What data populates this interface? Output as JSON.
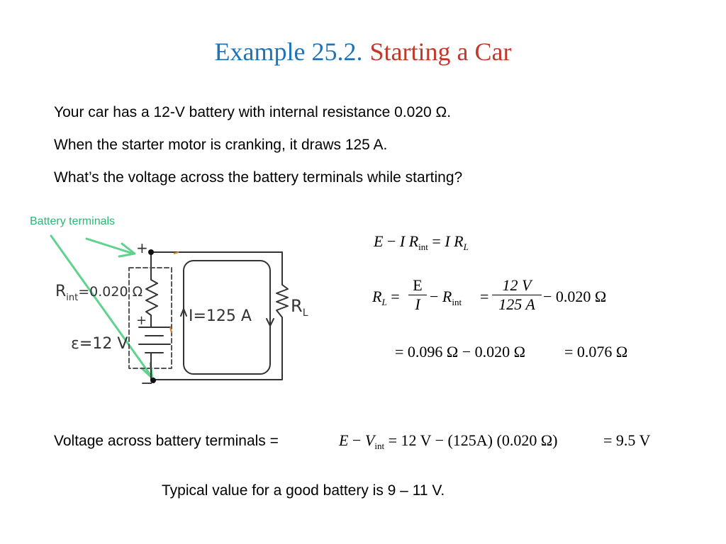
{
  "title": {
    "part1": "Example 25.2.",
    "part2": "Starting a Car"
  },
  "problem": {
    "line1": "Your car has a 12-V battery with internal resistance 0.020 Ω.",
    "line2": "When the starter motor is cranking, it draws 125 A.",
    "line3": "What’s the voltage across the battery terminals while starting?"
  },
  "diagram": {
    "annotation": "Battery terminals",
    "r_int_label": "R",
    "r_int_sub": "int",
    "r_int_value": "=0.020 Ω",
    "emf_label": "ε=12 V",
    "current_label": "I=125 A",
    "load_label": "R",
    "load_sub": "L",
    "plus_top": "+",
    "plus_cell": "+",
    "minus_bottom": "−",
    "colors": {
      "arrow": "#5fd38d",
      "label": "#2bb673",
      "tick": "#e67e22"
    }
  },
  "equations": {
    "eq1": {
      "E": "E",
      "minus": "−",
      "I": "I",
      "R": "R",
      "int": "int",
      "eq": "=",
      "I2": "I",
      "R2": "R",
      "L": "L"
    },
    "eq2": {
      "R": "R",
      "L": "L",
      "eq": "=",
      "frac1_num": "E",
      "frac1_den": "I",
      "minus": "−",
      "R2": "R",
      "int": "int",
      "eq2": "=",
      "frac2_num": "12 V",
      "frac2_den": "125 A",
      "tail": "− 0.020 Ω"
    },
    "eq3": {
      "text1": "= 0.096 Ω − 0.020 Ω",
      "text2": "= 0.076 Ω"
    },
    "voltage": {
      "label": "Voltage across battery terminals =",
      "E": "E",
      "minus": "−",
      "V": "V",
      "int": "int",
      "rest": "= 12 V − (125A) (0.020 Ω)",
      "result": "= 9.5 V"
    }
  },
  "footer": "Typical value for a good battery is 9 – 11 V."
}
